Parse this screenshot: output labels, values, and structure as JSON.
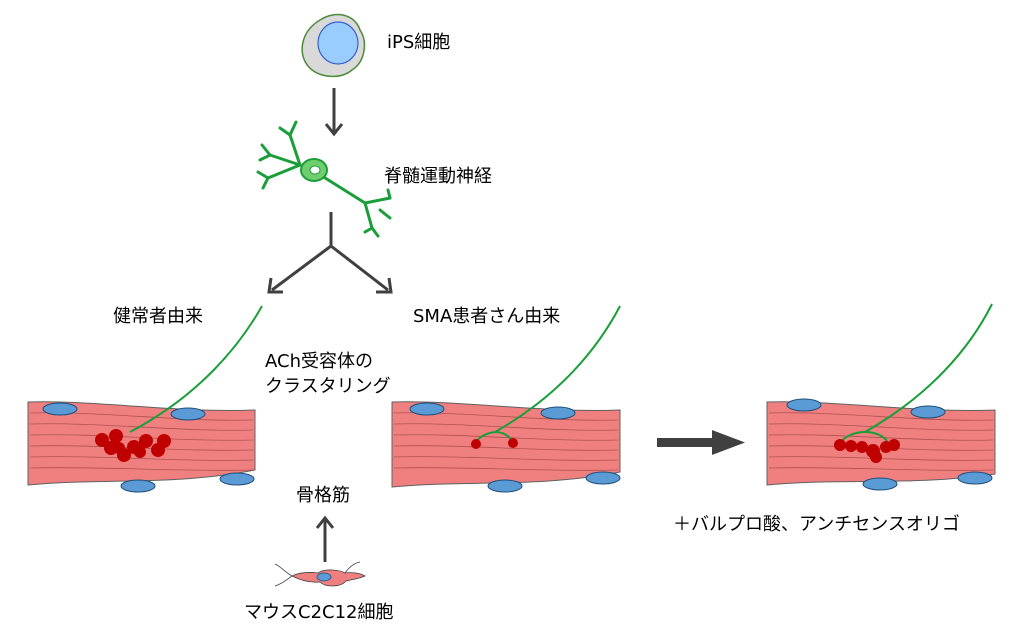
{
  "labels": {
    "ips_cell": "iPS細胞",
    "motor_neuron": "脊髄運動神経",
    "healthy_origin": "健常者由来",
    "sma_origin": "SMA患者さん由来",
    "ach_receptor_line1": "ACh受容体の",
    "ach_receptor_line2": "クラスタリング",
    "skeletal_muscle": "骨格筋",
    "mouse_cell": "マウスC2C12細胞",
    "treatment": "＋バルプロ酸、アンチセンスオリゴ"
  },
  "colors": {
    "muscle_fill": "#f08080",
    "muscle_stripe": "#b05050",
    "nucleus_fill": "#5b9bd5",
    "nucleus_stroke": "#1f4e79",
    "neuron_green": "#1a9e3a",
    "receptor_red": "#c00000",
    "arrow_gray": "#404040",
    "ips_outer": "#d9d9d9",
    "ips_inner": "#99ccff"
  }
}
